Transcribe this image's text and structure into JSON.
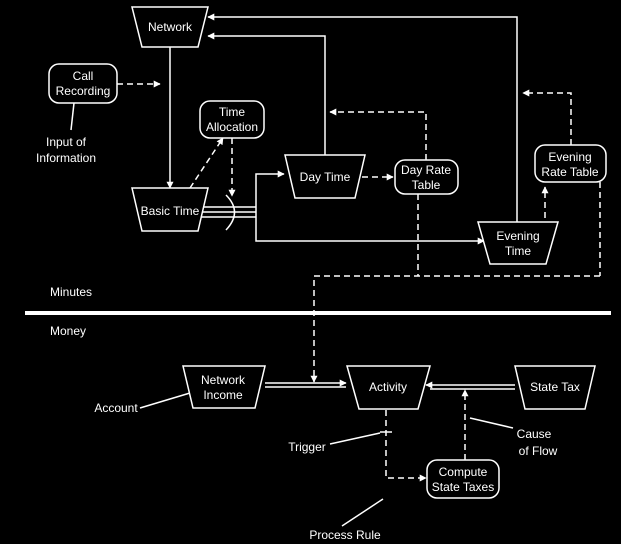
{
  "nodes": {
    "network": {
      "lines": [
        "Network"
      ]
    },
    "call_recording": {
      "lines": [
        "Call",
        "Recording"
      ]
    },
    "time_allocation": {
      "lines": [
        "Time",
        "Allocation"
      ]
    },
    "basic_time": {
      "lines": [
        "Basic Time"
      ]
    },
    "day_time": {
      "lines": [
        "Day Time"
      ]
    },
    "day_rate_table": {
      "lines": [
        "Day Rate",
        "Table"
      ]
    },
    "evening_rate_table": {
      "lines": [
        "Evening",
        "Rate Table"
      ]
    },
    "evening_time": {
      "lines": [
        "Evening",
        "Time"
      ]
    },
    "network_income": {
      "lines": [
        "Network",
        "Income"
      ]
    },
    "activity": {
      "lines": [
        "Activity"
      ]
    },
    "state_tax": {
      "lines": [
        "State Tax"
      ]
    },
    "compute_state_taxes": {
      "lines": [
        "Compute",
        "State Taxes"
      ]
    }
  },
  "annotations": {
    "input_of_information": [
      "Input of",
      "Information"
    ],
    "account": "Account",
    "trigger": "Trigger",
    "cause_of_flow": [
      "Cause",
      "of Flow"
    ],
    "process_rule": "Process Rule"
  },
  "sections": {
    "minutes": "Minutes",
    "money": "Money"
  },
  "colors": {
    "background": "#000000",
    "foreground": "#ffffff"
  }
}
